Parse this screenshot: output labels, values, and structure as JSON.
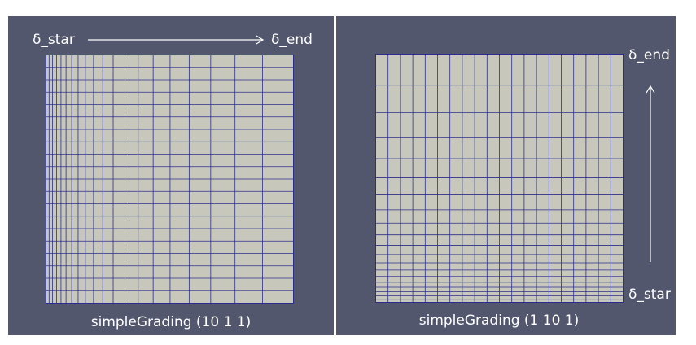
{
  "colors": {
    "panel_background": "#52576e",
    "mesh_fill": "#c8c7bc",
    "mesh_lines": "#2b2f8a",
    "text": "#ffffff"
  },
  "left_panel": {
    "start_label": "δ_star",
    "end_label": "δ_end",
    "caption": "simpleGrading (10 1 1)",
    "grading": [
      10,
      1,
      1
    ],
    "grading_direction": "x",
    "vertical_line_count": 20,
    "horizontal_line_count": 20
  },
  "right_panel": {
    "start_label": "δ_star",
    "end_label": "δ_end",
    "caption": "simpleGrading (1 10 1)",
    "grading": [
      1,
      10,
      1
    ],
    "grading_direction": "y",
    "vertical_line_count": 20,
    "horizontal_line_count": 20
  }
}
